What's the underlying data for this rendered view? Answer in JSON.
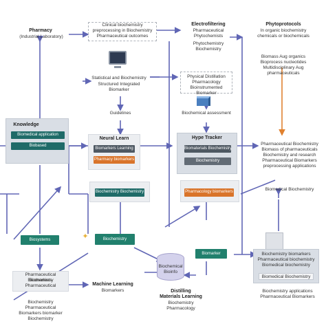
{
  "labels": {
    "pharmacy_title": "Pharmacy",
    "pharmacy_sub": "(Industrial Laboratory)",
    "top_note_1": "Clinical biochemistry",
    "top_note_2": "preprocessing in Biochemistry",
    "top_note_3": "Pharmaceutical outcomes",
    "electro_title": "Electrofiltering",
    "electro_1": "Pharmaceutical",
    "electro_2": "Phytochemists",
    "electro_3": "Phytochemistry",
    "electro_4": "Biochemistry",
    "phyto_title": "Phytoprotocols",
    "phyto_1": "In organic biochemistry",
    "phyto_2": "chemicals or biochemicals",
    "phyto_3": "Biomass Aug organics",
    "phyto_4": "Bioprocess nucleotides",
    "phyto_5": "Multidisciplinary Aug",
    "phyto_6": "pharmaceuticals",
    "stat_1": "Statistical and Biochemistry",
    "stat_2": "Structured Integrated Biomarker",
    "phys_1": "Physical Distillation",
    "phys_2": "Pharmacology",
    "phys_3": "Bioinstrumented Biomarker",
    "guide_label": "Guidelines",
    "assess_label": "Biochemical assessment",
    "knowledge_title": "Knowledge",
    "knowledge_btn_1": "Biomedical application",
    "knowledge_btn_2": "Biobased",
    "neural_title": "Neural Learn",
    "neural_btn_1": "Biomarkers Learning",
    "neural_btn_2": "Pharmacy biomarkers",
    "hype_title": "Hype Tracker",
    "hype_btn_1": "Biomaterials Biochemistry",
    "hype_btn_2": "Biochemistry",
    "right_1": "Pharmaceutical Biochemistry",
    "right_2": "Biomass of pharmaceuticals",
    "right_3": "Biochemistry and research",
    "right_4": "Pharmaceutical Biomarkers",
    "right_5": "preprocessing applications",
    "mid_teal": "Biochemistry Biochemistry",
    "mid_orange": "Pharmacology biomarkers",
    "right_mid": "Biomedical Biochemistry",
    "bl_teal": "Biosystems",
    "bc_teal": "Biochemistry",
    "cyl_1": "Biochemical",
    "cyl_2": "Bioinfo",
    "right_teal": "Biomarker",
    "ml_1": "Machine Learning",
    "ml_2": "Biomarkers",
    "dist_1": "Distilling",
    "dist_2": "Materials Learning",
    "dist_3": "Biochemistry",
    "dist_4": "Pharmacology",
    "bl_1": "Pharmaceutical Biochemistry",
    "bl_2": "Biomarkers",
    "bl_3": "Pharmaceutical",
    "bl_4": "Biochemistry",
    "bl_5": "Pharmaceutical",
    "bl_6": "Biomarkers biomarker",
    "bl_7": "Biochemistry",
    "br_1": "Biochemistry biomarkers",
    "br_2": "Pharmaceutical biochemistry",
    "br_3": "Biomedical biochemistry",
    "br_4": "Biochemistry applications",
    "br_5": "Pharmaceutical Biomarkers",
    "br_panel": "Biomedical Biochemistry"
  },
  "colors": {
    "wire": "#6066b5",
    "wire_orange": "#e0812f",
    "teal": "#1f6b68",
    "orange": "#d9742a",
    "slate": "#4e5862"
  }
}
